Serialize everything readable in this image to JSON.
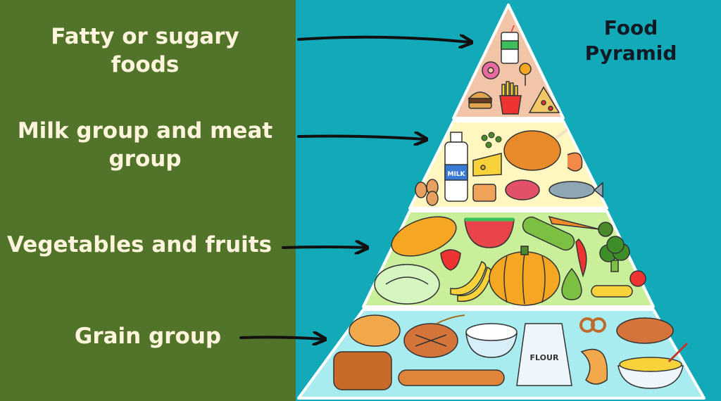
{
  "title": {
    "line1": "Food",
    "line2": "Pyramid"
  },
  "labels": [
    {
      "line1": "Fatty or sugary",
      "line2": "foods"
    },
    {
      "line1": "Milk group and meat",
      "line2": "group"
    },
    {
      "line1": "Vegetables and fruits"
    },
    {
      "line1": "Grain group"
    }
  ],
  "food_text": {
    "milk": "MILK",
    "flour": "FLOUR"
  },
  "colors": {
    "left_panel": "#51742a",
    "background": "#12aab8",
    "tier_top": "#f2c4a8",
    "tier_dairy": "#fff6c0",
    "tier_veg": "#c9ef9a",
    "tier_grain": "#a9ecef"
  }
}
